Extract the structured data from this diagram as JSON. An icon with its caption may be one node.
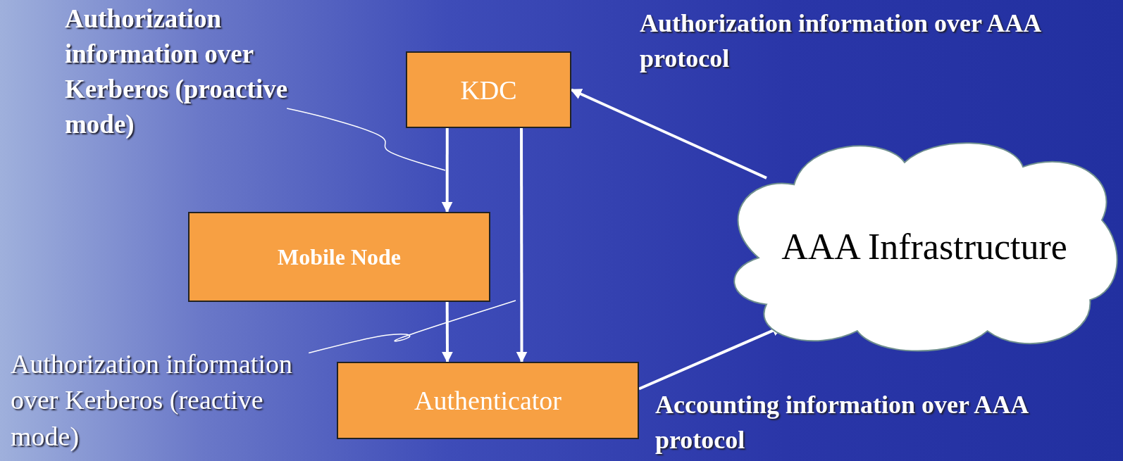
{
  "diagram": {
    "nodes": [
      {
        "text": [
          "KDC"
        ]
      },
      {
        "text": [
          "Mobile Node"
        ]
      },
      {
        "text": [
          "Authenticator"
        ]
      },
      {
        "text": [
          "AAA Infrastructure"
        ]
      },
      {
        "text": [
          "Authorization information over Kerberos (proactive mode)"
        ]
      },
      {
        "text": [
          "Authorization information over Kerberos (reactive mode)"
        ]
      }
    ],
    "edges": [
      {
        "from": 0,
        "to": 1,
        "arrow": "to"
      },
      {
        "from": 1,
        "to": 2,
        "arrow": "to"
      },
      {
        "from": 0,
        "to": 2,
        "arrow": "to"
      },
      {
        "from": 3,
        "to": 0,
        "arrow": "to"
      },
      {
        "from": 2,
        "to": 3,
        "arrow": "to"
      },
      {
        "from": 4,
        "to": null,
        "arrow": "none"
      },
      {
        "from": 5,
        "to": null,
        "arrow": "none"
      }
    ],
    "labels": [
      "Authorization information over AAA protocol",
      "Accounting information over AAA protocol"
    ]
  }
}
